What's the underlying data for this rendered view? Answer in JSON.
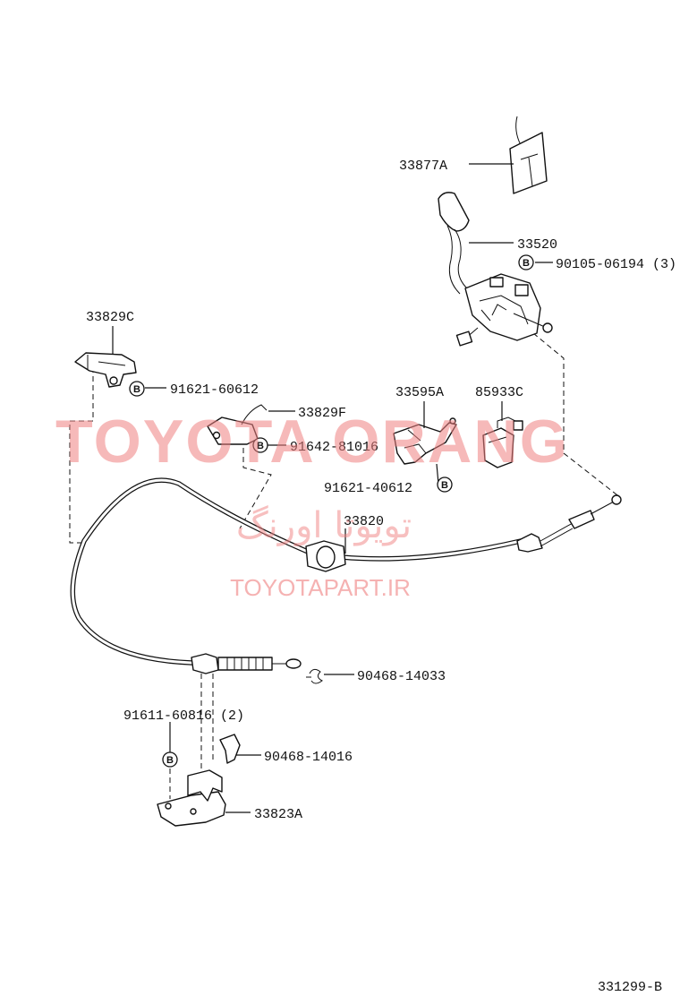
{
  "diagram": {
    "part_labels": {
      "p33877A": "33877A",
      "p33520": "33520",
      "p90105": "90105-06194 (3)",
      "p33829C": "33829C",
      "p91621_60612": "91621-60612",
      "p33829F": "33829F",
      "p91642": "91642-81016",
      "p33595A": "33595A",
      "p85933C": "85933C",
      "p91621_40612": "91621-40612",
      "p33820": "33820",
      "p90468_14033": "90468-14033",
      "p91611": "91611-60816 (2)",
      "p90468_14016": "90468-14016",
      "p33823A": "33823A"
    },
    "bolt_marker": "B",
    "reference_code": "331299-B"
  },
  "watermark": {
    "brand": "TOYOTA ORANG",
    "farsi": "تویوتا اورنگ",
    "url": "TOYOTAPART.IR",
    "color": "#f08080"
  }
}
